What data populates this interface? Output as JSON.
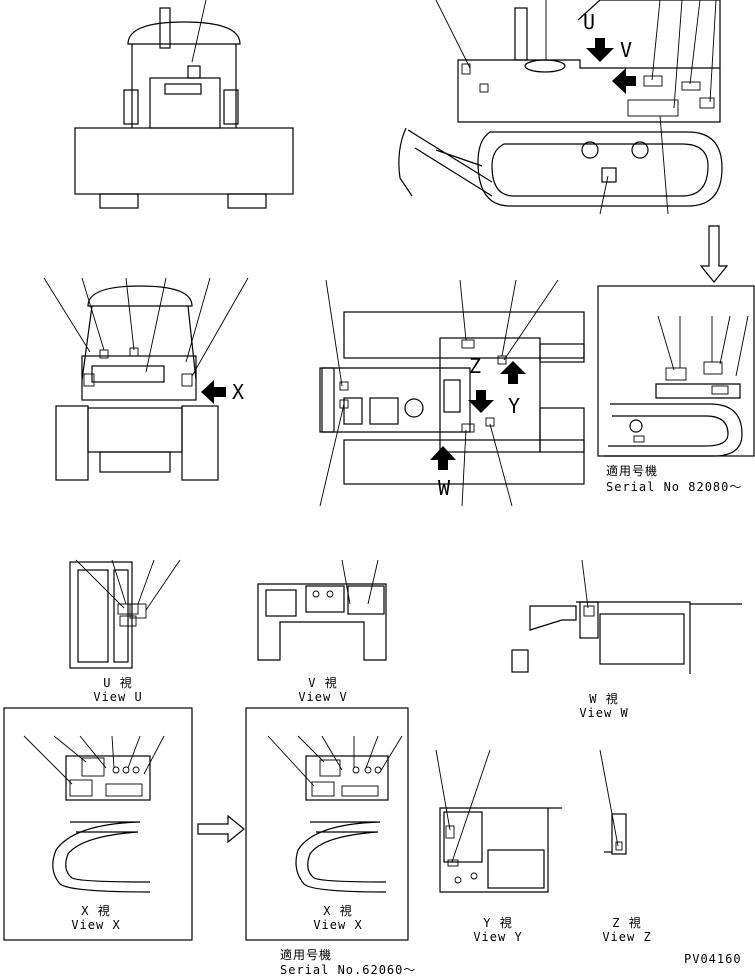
{
  "letters": {
    "U": "U",
    "V": "V",
    "X": "X",
    "Z": "Z",
    "Y": "Y",
    "W": "W"
  },
  "captions": {
    "view_u": {
      "jp": "U 視",
      "en": "View U"
    },
    "view_v": {
      "jp": "V 視",
      "en": "View V"
    },
    "view_w": {
      "jp": "W 視",
      "en": "View W"
    },
    "view_x1": {
      "jp": "X 視",
      "en": "View X"
    },
    "view_x2": {
      "jp": "X 視",
      "en": "View X"
    },
    "view_y": {
      "jp": "Y 視",
      "en": "View Y"
    },
    "view_z": {
      "jp": "Z 視",
      "en": "View Z"
    }
  },
  "serials": {
    "right_panel": {
      "jp": "適用号機",
      "en": "Serial No 82080〜"
    },
    "bottom_panel": {
      "jp": "適用号機",
      "en": "Serial No.62060〜"
    }
  },
  "drawing_code": "PV04160"
}
